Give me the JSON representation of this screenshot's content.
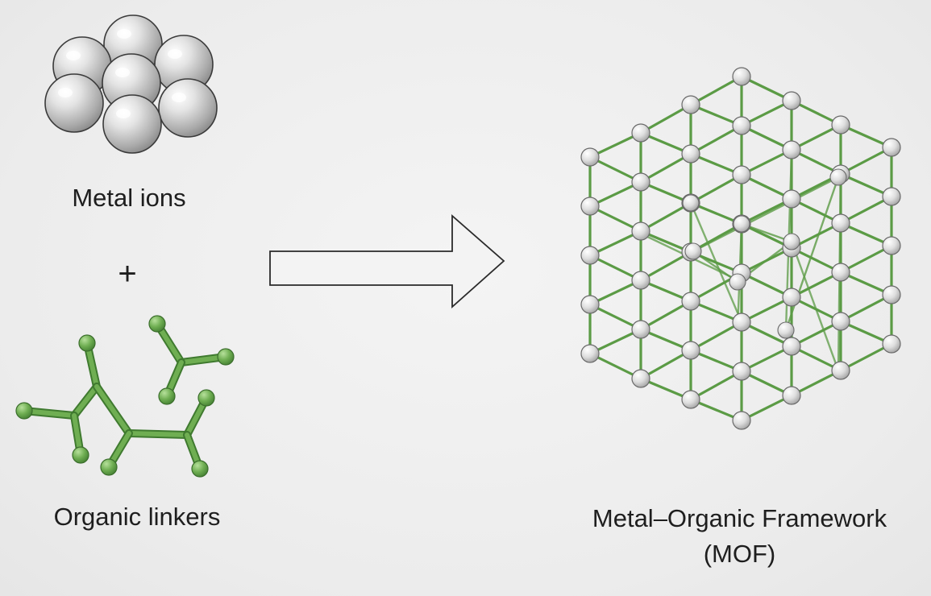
{
  "labels": {
    "metal_ions": "Metal ions",
    "plus": "+",
    "organic_linkers": "Organic linkers",
    "mof_line1": "Metal–Organic Framework",
    "mof_line2": "(MOF)"
  },
  "colors": {
    "background": "#ececec",
    "linker_green": "#6fae52",
    "linker_dark": "#3f7a2f",
    "node_gray": "#d9d9d9",
    "arrow_stroke": "#2a2a2a"
  },
  "icons": {
    "metal_cluster": "sphere-cluster-icon",
    "linkers": "molecule-linker-icon",
    "arrow": "right-arrow-icon",
    "framework": "lattice-framework-icon"
  }
}
